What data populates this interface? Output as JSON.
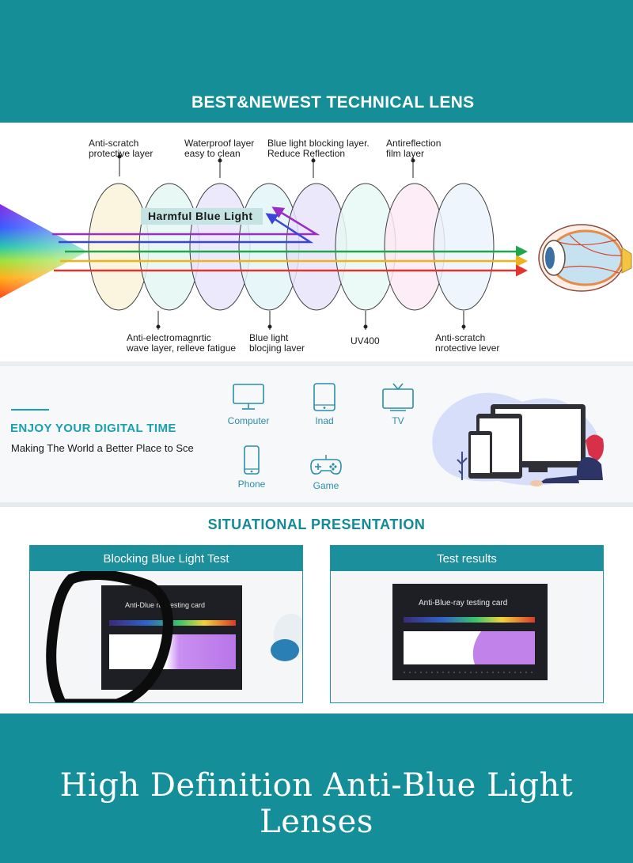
{
  "header": {
    "headline": "BEST&NEWEST TECHNICAL LENS"
  },
  "lens_diagram": {
    "top_labels": [
      {
        "line1": "Anti-scratch",
        "line2": "protective layer"
      },
      {
        "line1": "Waterproof layer",
        "line2": "easy to clean"
      },
      {
        "line1": "Blue light blocking layer.",
        "line2": "Reduce Reflection"
      },
      {
        "line1": "Antireflection",
        "line2": "film layer"
      }
    ],
    "bottom_labels": [
      {
        "line1": "Anti-electromagnrtic",
        "line2": "wave layer, relleve fatigue"
      },
      {
        "line1": "Blue light",
        "line2": "blocjing laver"
      },
      {
        "line1": "UV400",
        "line2": ""
      },
      {
        "line1": "Anti-scratch",
        "line2": "nrotective lever"
      }
    ],
    "harmful_label": "Harmful Blue Light",
    "ray_colors": [
      "#9b2cc4",
      "#3b44d8",
      "#1fa64a",
      "#f0b21a",
      "#e3342f"
    ]
  },
  "digital": {
    "title": "ENJOY YOUR DIGITAL TIME",
    "subtitle": "Making The World a Better Place to Sce",
    "devices": [
      {
        "label": "Computer",
        "icon": "monitor-icon"
      },
      {
        "label": "Inad",
        "icon": "tablet-icon"
      },
      {
        "label": "TV",
        "icon": "tv-icon"
      },
      {
        "label": "Phone",
        "icon": "phone-icon"
      },
      {
        "label": "Game",
        "icon": "gamepad-icon"
      }
    ]
  },
  "situational": {
    "title": "SITUATIONAL PRESENTATION",
    "test_left": {
      "heading": "Blocking Blue Light Test",
      "card_title": "Anti-Dlue ray testing card"
    },
    "test_right": {
      "heading": "Test results",
      "card_title": "Anti-Blue-ray testing card"
    }
  },
  "footer": {
    "title": "High Definition Anti-Blue Light Lenses"
  },
  "colors": {
    "teal": "#148f99",
    "accent": "#1aa2b4"
  }
}
